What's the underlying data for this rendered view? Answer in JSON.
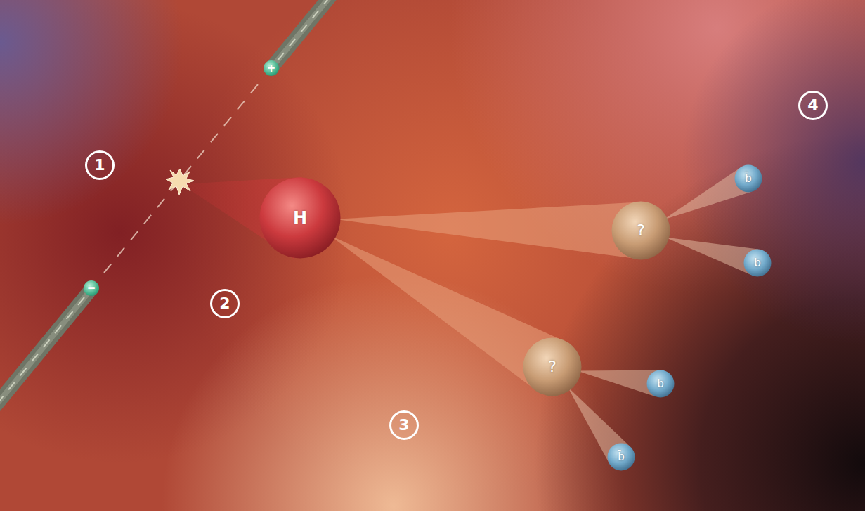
{
  "diagram": {
    "nodes": [
      {
        "text": [
          "H"
        ]
      },
      {
        "text": [
          "?"
        ]
      },
      {
        "text": [
          "?"
        ]
      },
      {
        "text": [
          "b̄"
        ]
      },
      {
        "text": [
          "b"
        ]
      },
      {
        "text": [
          "b"
        ]
      },
      {
        "text": [
          "b̄"
        ]
      }
    ],
    "edges": [
      {
        "from": 0,
        "to": 1,
        "arrow": "none"
      },
      {
        "from": 0,
        "to": 2,
        "arrow": "none"
      },
      {
        "from": 1,
        "to": 3,
        "arrow": "none"
      },
      {
        "from": 1,
        "to": 4,
        "arrow": "none"
      },
      {
        "from": 2,
        "to": 5,
        "arrow": "none"
      },
      {
        "from": 2,
        "to": 6,
        "arrow": "none"
      }
    ],
    "labels": [
      "1",
      "2",
      "3",
      "4",
      "+",
      "−"
    ]
  }
}
